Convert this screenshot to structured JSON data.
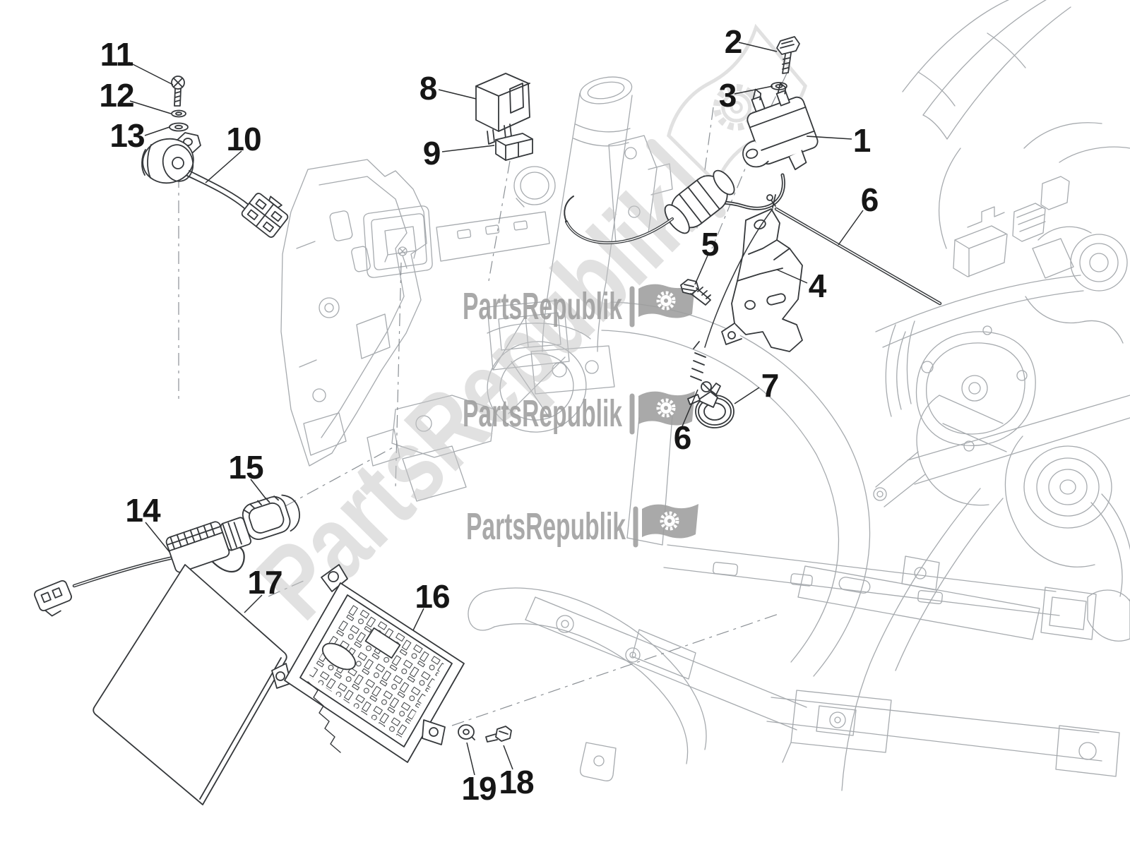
{
  "watermark": {
    "brand": "PartsRepublik",
    "icon": "flag-gear-icon",
    "rows": 3,
    "diagonal": true,
    "row_color": "#9e9e9e",
    "diagonal_color": "#c4c4c4"
  },
  "colors": {
    "background": "#ffffff",
    "line_light": "#a6aaae",
    "line_dark": "#35383b",
    "label": "#161616",
    "dashdot": "#8b9095"
  },
  "callouts": [
    {
      "num": "1"
    },
    {
      "num": "2"
    },
    {
      "num": "3"
    },
    {
      "num": "4"
    },
    {
      "num": "5"
    },
    {
      "num": "6"
    },
    {
      "num": "7"
    },
    {
      "num": "8"
    },
    {
      "num": "9"
    },
    {
      "num": "10"
    },
    {
      "num": "11"
    },
    {
      "num": "12"
    },
    {
      "num": "13"
    },
    {
      "num": "14"
    },
    {
      "num": "15"
    },
    {
      "num": "16"
    },
    {
      "num": "17"
    },
    {
      "num": "18"
    },
    {
      "num": "19"
    },
    {
      "num": "6"
    }
  ]
}
